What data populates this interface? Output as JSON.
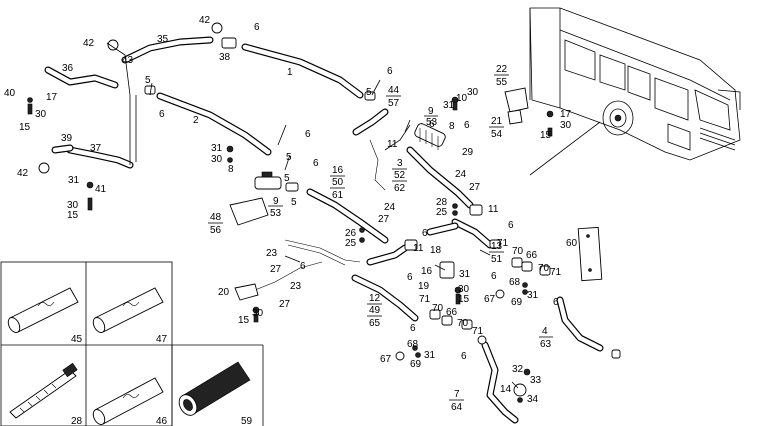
{
  "callouts": [
    {
      "id": "42a",
      "text": "42"
    },
    {
      "id": "6a",
      "text": "6"
    },
    {
      "id": "35",
      "text": "35"
    },
    {
      "id": "38",
      "text": "38"
    },
    {
      "id": "42b",
      "text": "42"
    },
    {
      "id": "43",
      "text": "43"
    },
    {
      "id": "36",
      "text": "36"
    },
    {
      "id": "40",
      "text": "40"
    },
    {
      "id": "17a",
      "text": "17"
    },
    {
      "id": "30a",
      "text": "30"
    },
    {
      "id": "15a",
      "text": "15"
    },
    {
      "id": "5a",
      "text": "5"
    },
    {
      "id": "6b",
      "text": "6"
    },
    {
      "id": "1",
      "text": "1"
    },
    {
      "id": "6c",
      "text": "6"
    },
    {
      "id": "5b",
      "text": "5"
    },
    {
      "id": "2",
      "text": "2"
    },
    {
      "id": "39",
      "text": "39"
    },
    {
      "id": "37",
      "text": "37"
    },
    {
      "id": "42c",
      "text": "42"
    },
    {
      "id": "31a",
      "text": "31"
    },
    {
      "id": "41",
      "text": "41"
    },
    {
      "id": "30b",
      "text": "30"
    },
    {
      "id": "15b",
      "text": "15"
    },
    {
      "id": "31b",
      "text": "31"
    },
    {
      "id": "30c",
      "text": "30"
    },
    {
      "id": "8a",
      "text": "8"
    },
    {
      "id": "6d",
      "text": "6"
    },
    {
      "id": "5c",
      "text": "5"
    },
    {
      "id": "6e",
      "text": "6"
    },
    {
      "id": "5d",
      "text": "5"
    },
    {
      "id": "5e",
      "text": "5"
    },
    {
      "id": "6f",
      "text": "6"
    },
    {
      "id": "31c",
      "text": "31"
    },
    {
      "id": "10",
      "text": "10"
    },
    {
      "id": "30d",
      "text": "30"
    },
    {
      "id": "8b",
      "text": "8"
    },
    {
      "id": "6g",
      "text": "6"
    },
    {
      "id": "11a",
      "text": "11"
    },
    {
      "id": "29",
      "text": "29"
    },
    {
      "id": "17b",
      "text": "17"
    },
    {
      "id": "30e",
      "text": "30"
    },
    {
      "id": "15c",
      "text": "15"
    },
    {
      "id": "24a",
      "text": "24"
    },
    {
      "id": "27a",
      "text": "27"
    },
    {
      "id": "28a",
      "text": "28"
    },
    {
      "id": "25a",
      "text": "25"
    },
    {
      "id": "11b",
      "text": "11"
    },
    {
      "id": "6h",
      "text": "6"
    },
    {
      "id": "24b",
      "text": "24"
    },
    {
      "id": "27b",
      "text": "27"
    },
    {
      "id": "26",
      "text": "26"
    },
    {
      "id": "25b",
      "text": "25"
    },
    {
      "id": "6i",
      "text": "6"
    },
    {
      "id": "11c",
      "text": "11"
    },
    {
      "id": "71a",
      "text": "71"
    },
    {
      "id": "70a",
      "text": "70"
    },
    {
      "id": "66a",
      "text": "66"
    },
    {
      "id": "60",
      "text": "60"
    },
    {
      "id": "23a",
      "text": "23"
    },
    {
      "id": "27c",
      "text": "27"
    },
    {
      "id": "6j",
      "text": "6"
    },
    {
      "id": "6k",
      "text": "6"
    },
    {
      "id": "18",
      "text": "18"
    },
    {
      "id": "16",
      "text": "16"
    },
    {
      "id": "31d",
      "text": "31"
    },
    {
      "id": "6l",
      "text": "6"
    },
    {
      "id": "70b",
      "text": "70"
    },
    {
      "id": "71b",
      "text": "71"
    },
    {
      "id": "23b",
      "text": "23"
    },
    {
      "id": "20",
      "text": "20"
    },
    {
      "id": "27d",
      "text": "27"
    },
    {
      "id": "19",
      "text": "19"
    },
    {
      "id": "30f",
      "text": "30"
    },
    {
      "id": "15d",
      "text": "15"
    },
    {
      "id": "68a",
      "text": "68"
    },
    {
      "id": "67a",
      "text": "67"
    },
    {
      "id": "69a",
      "text": "69"
    },
    {
      "id": "31e",
      "text": "31"
    },
    {
      "id": "6m",
      "text": "6"
    },
    {
      "id": "15e",
      "text": "15"
    },
    {
      "id": "30g",
      "text": "30"
    },
    {
      "id": "71c",
      "text": "71"
    },
    {
      "id": "70c",
      "text": "70"
    },
    {
      "id": "66b",
      "text": "66"
    },
    {
      "id": "6n",
      "text": "6"
    },
    {
      "id": "70d",
      "text": "70"
    },
    {
      "id": "71d",
      "text": "71"
    },
    {
      "id": "68b",
      "text": "68"
    },
    {
      "id": "67b",
      "text": "67"
    },
    {
      "id": "31f",
      "text": "31"
    },
    {
      "id": "69b",
      "text": "69"
    },
    {
      "id": "6o",
      "text": "6"
    },
    {
      "id": "32",
      "text": "32"
    },
    {
      "id": "33",
      "text": "33"
    },
    {
      "id": "14",
      "text": "14"
    },
    {
      "id": "34",
      "text": "34"
    }
  ],
  "fractions": [
    {
      "id": "44-57",
      "num": "44",
      "den": "57"
    },
    {
      "id": "9-53a",
      "num": "9",
      "den": "53"
    },
    {
      "id": "22-55",
      "num": "22",
      "den": "55"
    },
    {
      "id": "21-54",
      "num": "21",
      "den": "54"
    },
    {
      "id": "3-52-62",
      "num": "3",
      "den": "52",
      "den2": "62"
    },
    {
      "id": "16-50-61",
      "num": "16",
      "den": "50",
      "den2": "61"
    },
    {
      "id": "9-53b",
      "num": "9",
      "den": "53"
    },
    {
      "id": "48-56",
      "num": "48",
      "den": "56"
    },
    {
      "id": "13-51",
      "num": "13",
      "den": "51"
    },
    {
      "id": "12-49-65",
      "num": "12",
      "den": "49",
      "den2": "65"
    },
    {
      "id": "4-63",
      "num": "4",
      "den": "63"
    },
    {
      "id": "7-64",
      "num": "7",
      "den": "64"
    }
  ],
  "panel_captions": {
    "p45": "45",
    "p47": "47",
    "p28": "28",
    "p46": "46",
    "p59": "59"
  },
  "colors": {
    "line": "#000000",
    "background": "#ffffff"
  }
}
